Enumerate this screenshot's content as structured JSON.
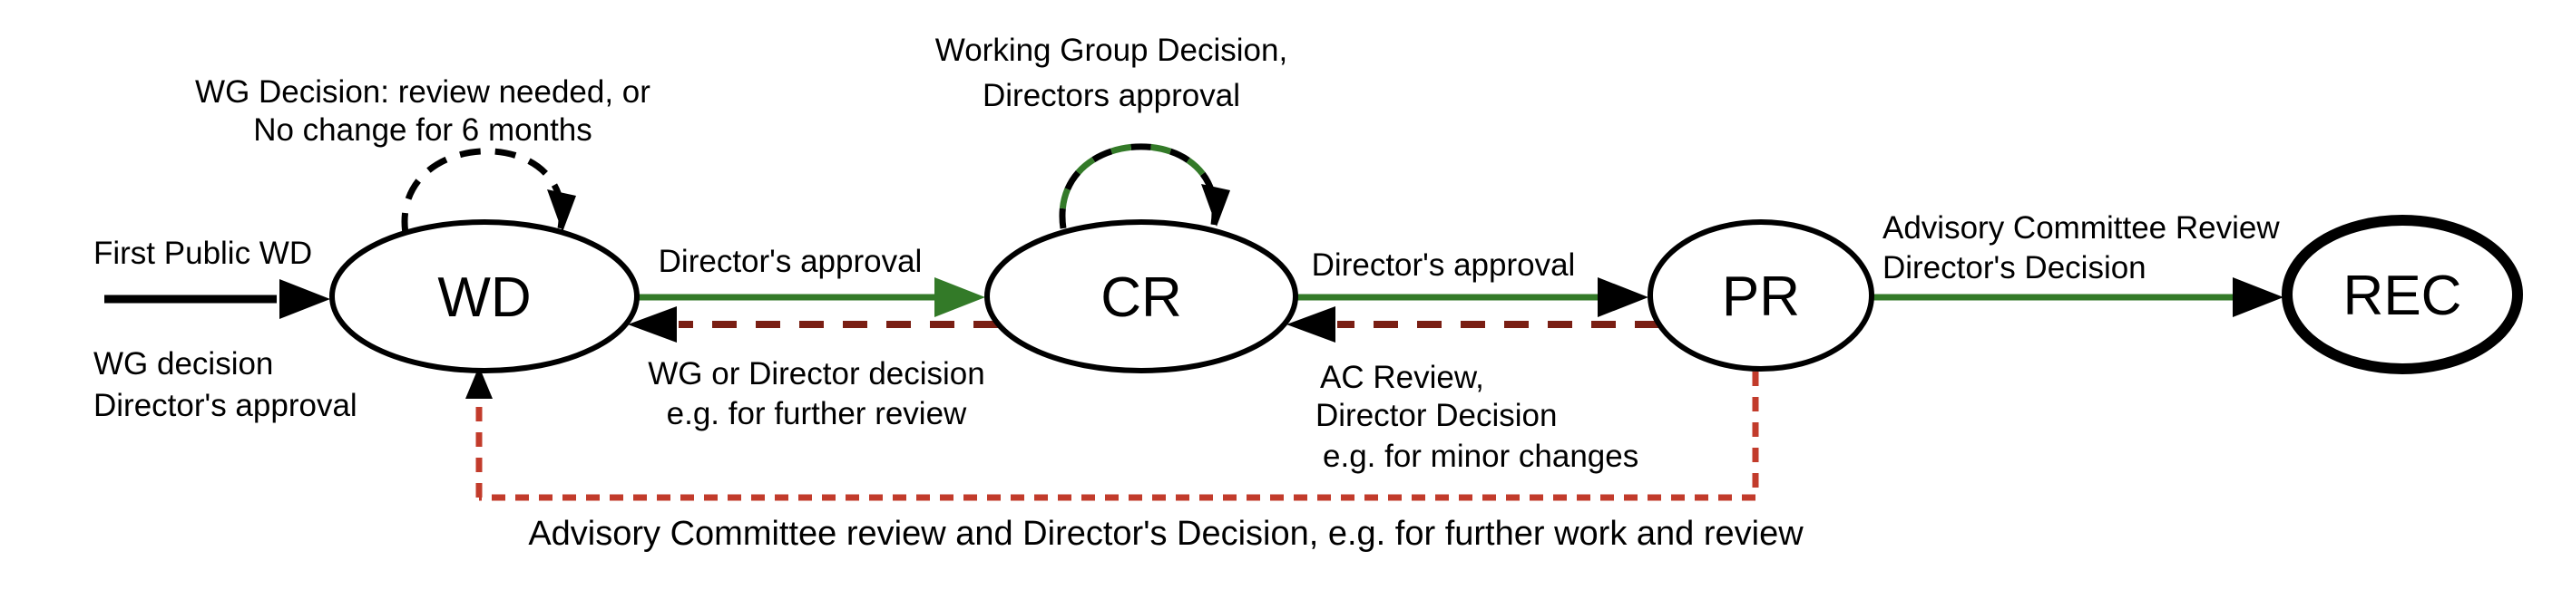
{
  "colors": {
    "green": "#337a28",
    "maroon": "#7a1f14",
    "red": "#c23b2b",
    "black": "#000000"
  },
  "nodes": {
    "wd": "WD",
    "cr": "CR",
    "pr": "PR",
    "rec": "REC"
  },
  "edges": {
    "entry_label_top": "First Public WD",
    "entry_label_bottom_1": "WG decision",
    "entry_label_bottom_2": "Director's approval",
    "wd_loop_label_1": "WG Decision: review needed, or",
    "wd_loop_label_2": "No change for 6 months",
    "wd_cr_label": "Director's approval",
    "cr_wd_label_1": "WG or Director decision",
    "cr_wd_label_2": "e.g. for further review",
    "cr_loop_label_1": "Working Group Decision,",
    "cr_loop_label_2": "Directors approval",
    "cr_pr_label": "Director's approval",
    "pr_cr_label_1": "AC Review,",
    "pr_cr_label_2": "Director Decision",
    "pr_cr_label_3": "e.g. for minor changes",
    "pr_rec_label_1": "Advisory Committee Review",
    "pr_rec_label_2": "Director's Decision",
    "rec_wd_label": "Advisory Committee review and Director's Decision, e.g. for further work and review"
  }
}
